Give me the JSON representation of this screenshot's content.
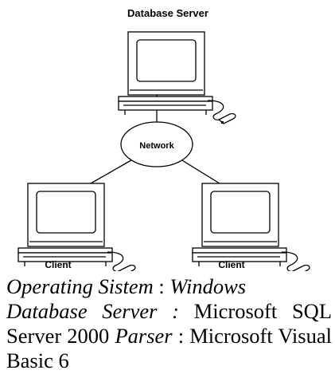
{
  "diagram": {
    "server_label": "Database Server",
    "network_label": "Network",
    "client_left_label": "Client",
    "client_right_label": "Client"
  },
  "caption": {
    "line1_label": "Operating Sistem",
    "line1_sep": " : ",
    "line1_value": "Windows",
    "db_label": "Database Server :",
    "db_value": " Microsoft SQL Server 2000 ",
    "parser_label": "Parser",
    "parser_value": " : Microsoft Visual Basic 6"
  }
}
